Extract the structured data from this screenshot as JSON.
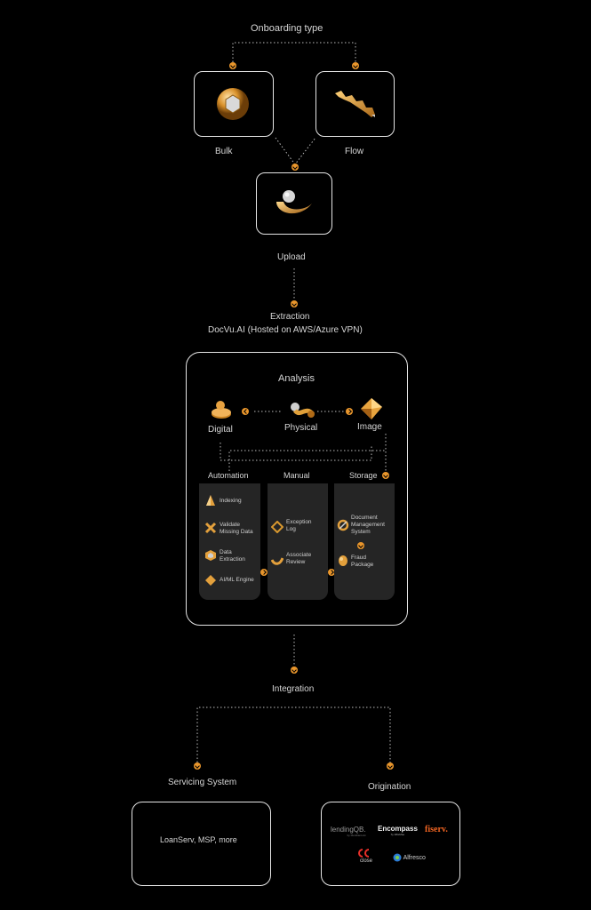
{
  "onboarding": {
    "title": "Onboarding type",
    "bulk": "Bulk",
    "flow": "Flow",
    "upload": "Upload"
  },
  "extraction": {
    "title": "Extraction",
    "subtitle": "DocVu.AI (Hosted on AWS/Azure VPN)"
  },
  "analysis": {
    "title": "Analysis",
    "digital": "Digital",
    "physical": "Physical",
    "image": "Image",
    "columns": {
      "automation": {
        "title": "Automation",
        "items": [
          "Indexing",
          "Validate\nMissing Data",
          "Data\nExtraction",
          "AI/ML Engine"
        ]
      },
      "manual": {
        "title": "Manual",
        "items": [
          "Exception\nLog",
          "Associate\nReview"
        ]
      },
      "storage": {
        "title": "Storage",
        "items": [
          "Document\nManagement\nSystem",
          "Fraud\nPackage"
        ]
      }
    }
  },
  "integration": {
    "title": "Integration",
    "servicing": {
      "title": "Servicing System",
      "text": "LoanServ, MSP, more"
    },
    "origination": {
      "title": "Origination",
      "logos": {
        "lendingqb": "lendingQB.",
        "lendingqb_sub": "by MeridianLink",
        "encompass": "Encompass",
        "encompass_sub": "by EllieMae",
        "fiserv": "fiserv.",
        "close": "close",
        "alfresco": "Alfresco"
      }
    }
  },
  "colors": {
    "accent": "#e9962c",
    "panel": "#252525",
    "border": "#e6e6e6"
  }
}
